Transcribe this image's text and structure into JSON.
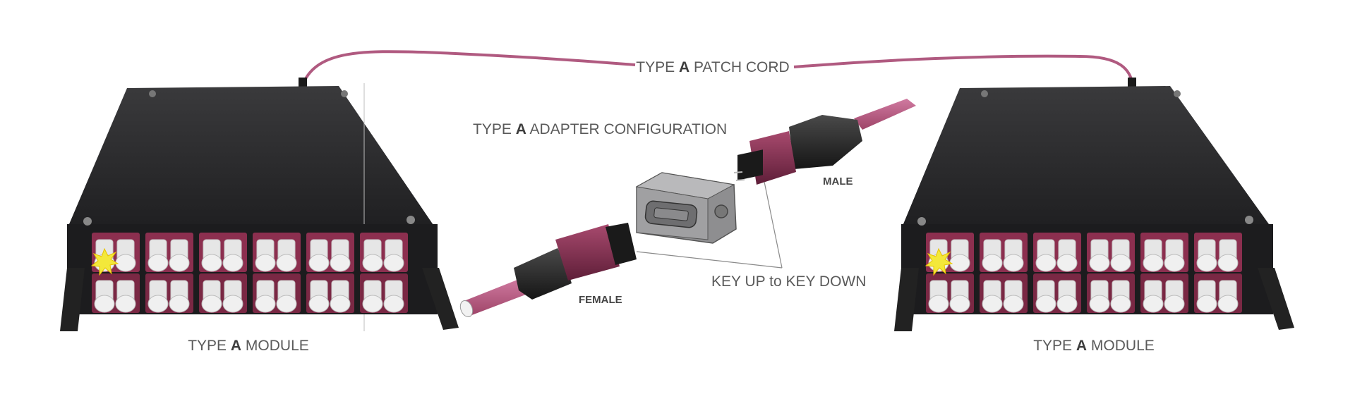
{
  "patch_cord": {
    "pre": "TYPE ",
    "bold": "A",
    "post": " PATCH CORD"
  },
  "adapter_config": {
    "pre": "TYPE ",
    "bold": "A",
    "post": " ADAPTER CONFIGURATION"
  },
  "left_module": {
    "pre": "TYPE ",
    "bold": "A",
    "post": " MODULE"
  },
  "right_module": {
    "pre": "TYPE ",
    "bold": "A",
    "post": " MODULE"
  },
  "key_label": "KEY UP to KEY DOWN",
  "male_label": "MALE",
  "female_label": "FEMALE",
  "colors": {
    "fiber": "#b8587e",
    "adapter": "#8c2f4f",
    "body": "#2b2b2d",
    "port": "#e6e6e6"
  },
  "modules": {
    "rows": 2,
    "columns": 6,
    "ports_per_adapter": 2
  }
}
